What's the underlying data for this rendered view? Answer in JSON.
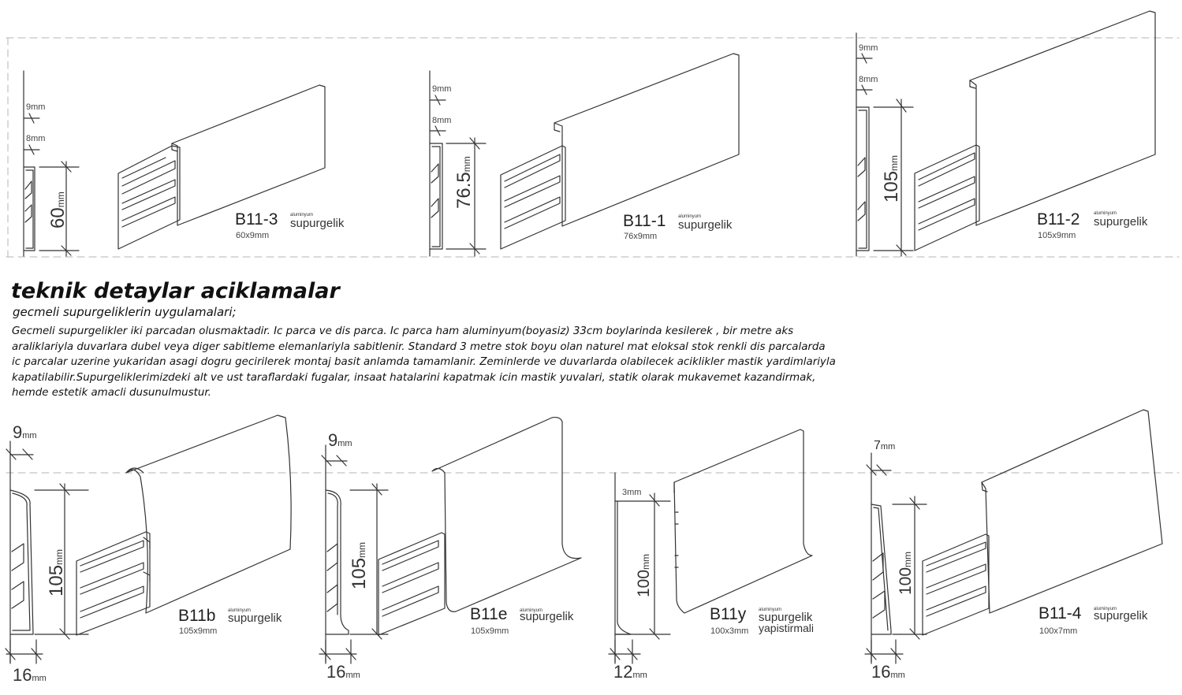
{
  "heading": "teknik detaylar  aciklamalar",
  "subheading": "gecmeli supurgeliklerin uygulamalari;",
  "paragraph_lines": [
    "Gecmeli supurgelikler iki parcadan olusmaktadir. Ic parca ve dis parca. Ic parca ham aluminyum(boyasiz) 33cm boylarinda kesilerek , bir metre aks",
    "araliklariyla duvarlara dubel veya diger sabitleme elemanlariyla sabitlenir. Standard 3 metre stok boyu olan naturel mat eloksal stok renkli dis parcalarda",
    "ic parcalar uzerine yukaridan asagi dogru gecirilerek montaj basit anlamda tamamlanir. Zeminlerde ve duvarlarda olabilecek aciklikler mastik yardimlariyla",
    "kapatilabilir.Supurgeliklerimizdeki alt ve ust taraflardaki fugalar, insaat hatalarini kapatmak icin mastik yuvalari, statik olarak mukavemet kazandirmak,",
    "hemde estetik amacli dusunulmustur."
  ],
  "mm_unit": "mm",
  "products": [
    {
      "model": "B11-3",
      "material": "aluminyum",
      "type": "supurgelik",
      "size": "60x9mm",
      "dim_top_1": "9mm",
      "dim_top_2": "8mm",
      "height": "60"
    },
    {
      "model": "B11-1",
      "material": "aluminyum",
      "type": "supurgelik",
      "size": "76x9mm",
      "dim_top_1": "9mm",
      "dim_top_2": "8mm",
      "height": "76.5"
    },
    {
      "model": "B11-2",
      "material": "aluminyum",
      "type": "supurgelik",
      "size": "105x9mm",
      "dim_top_1": "9mm",
      "dim_top_2": "8mm",
      "height": "105"
    },
    {
      "model": "B11b",
      "material": "aluminyum",
      "type": "supurgelik",
      "size": "105x9mm",
      "dim_top": "9",
      "height": "105",
      "dim_bottom": "16"
    },
    {
      "model": "B11e",
      "material": "aluminyum",
      "type": "supurgelik",
      "size": "105x9mm",
      "dim_top": "9",
      "height": "105",
      "dim_bottom": "16"
    },
    {
      "model": "B11y",
      "material": "aluminyum",
      "type": "supurgelik",
      "type_2": "yapistirmali",
      "size": "100x3mm",
      "dim_top_1": "3mm",
      "height": "100",
      "dim_bottom": "12"
    },
    {
      "model": "B11-4",
      "material": "aluminyum",
      "type": "supurgelik",
      "size": "100x7mm",
      "dim_top": "7",
      "height": "100",
      "dim_bottom": "16"
    }
  ]
}
